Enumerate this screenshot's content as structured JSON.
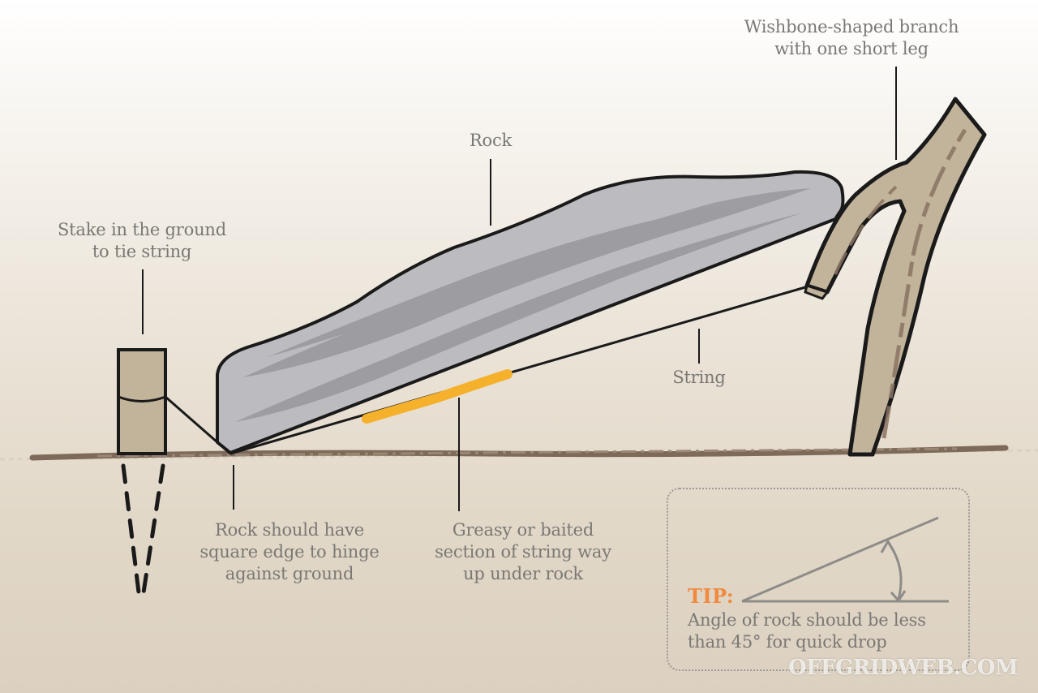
{
  "labels": {
    "branch": [
      "Wishbone-shaped branch",
      "with one short leg"
    ],
    "rock": "Rock",
    "stake": [
      "Stake in the ground",
      "to tie string"
    ],
    "string": "String",
    "hinge": [
      "Rock should have",
      "square edge to hinge",
      "against ground"
    ],
    "bait": [
      "Greasy or baited",
      "section of string way",
      "up under rock"
    ]
  },
  "tip": {
    "heading": "TIP:",
    "text": [
      "Angle of rock should be less",
      "than 45° for quick drop"
    ]
  },
  "watermark": "OFFGRIDWEB.COM",
  "colors": {
    "rock_fill": "#bcbcc0",
    "rock_streak": "#9a9a9e",
    "wood_fill": "#c2b49a",
    "wood_grain": "#8a7363",
    "ground": "#7d6a58",
    "bait": "#f5b12c",
    "outline": "#1a1a1a",
    "label_text": "#7a7874",
    "tip_heading": "#f08a3e"
  }
}
